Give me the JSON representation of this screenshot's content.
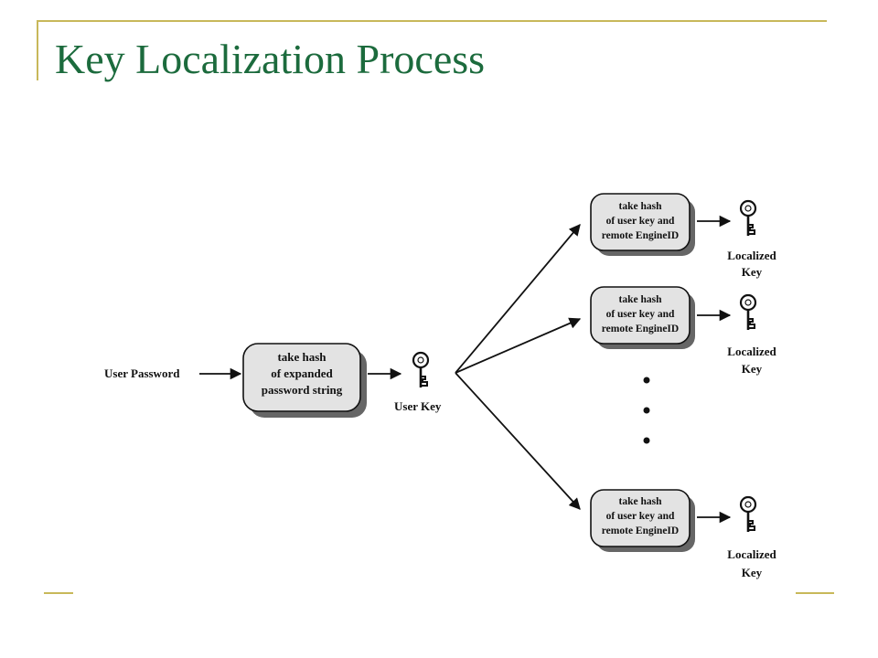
{
  "slide": {
    "title": "Key Localization Process",
    "accent_color": "#c8b85a",
    "title_color": "#1c6b3d"
  },
  "diagram": {
    "input_label": "User Password",
    "hash_box": [
      "take hash",
      "of expanded",
      "password string"
    ],
    "user_key_label": "User Key",
    "user_key_icon": "key-icon",
    "remote_boxes": [
      {
        "lines": [
          "take hash",
          "of user key and",
          "remote EngineID"
        ],
        "output_label": [
          "Localized",
          "Key"
        ],
        "icon": "key-icon"
      },
      {
        "lines": [
          "take hash",
          "of user key and",
          "remote EngineID"
        ],
        "output_label": [
          "Localized",
          "Key"
        ],
        "icon": "key-icon"
      },
      {
        "lines": [
          "take hash",
          "of user key and",
          "remote EngineID"
        ],
        "output_label": [
          "Localized",
          "Key"
        ],
        "icon": "key-icon"
      }
    ],
    "ellipsis": "vertical-dots"
  }
}
